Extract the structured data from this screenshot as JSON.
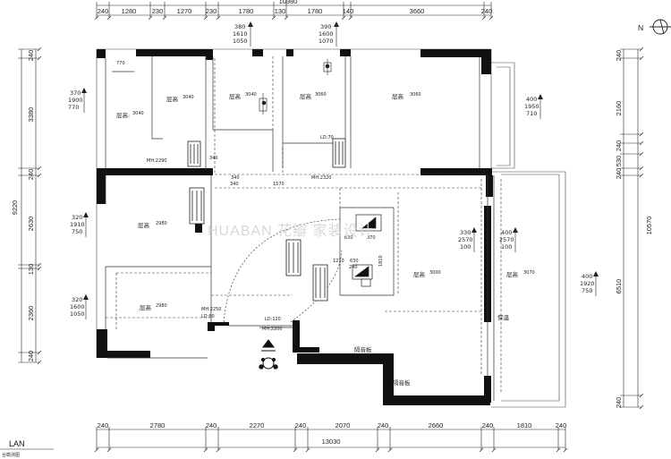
{
  "dims": {
    "top_total": "10980",
    "top_segments": [
      "240",
      "1280",
      "230",
      "1270",
      "230",
      "1780",
      "130",
      "1780",
      "140",
      "3660",
      "240"
    ],
    "bottom_segments": [
      "240",
      "2780",
      "240",
      "2270",
      "240",
      "2070",
      "240",
      "2660",
      "240",
      "1810",
      "240"
    ],
    "bottom_total": "13030",
    "left_total": "9220",
    "left_segments": [
      "240",
      "3380",
      "240",
      "2630",
      "130",
      "2360",
      "240"
    ],
    "right_segments": [
      "240",
      "2160",
      "240",
      "530",
      "240",
      "6510",
      "240"
    ],
    "right_total": "10570"
  },
  "window_tags": [
    {
      "a": "380",
      "b": "1610",
      "c": "1050"
    },
    {
      "a": "390",
      "b": "1600",
      "c": "1070"
    },
    {
      "a": "370",
      "b": "1900",
      "c": "770"
    },
    {
      "a": "400",
      "b": "1950",
      "c": "710"
    },
    {
      "a": "320",
      "b": "1910",
      "c": "750"
    },
    {
      "a": "330",
      "b": "2570",
      "c": "100"
    },
    {
      "a": "400",
      "b": "2570",
      "c": "100"
    },
    {
      "a": "400",
      "b": "1920",
      "c": "750"
    },
    {
      "a": "320",
      "b": "1600",
      "c": "1050"
    }
  ],
  "ceiling_label": "层高",
  "ceiling_heights": [
    "3040",
    "3040",
    "3060",
    "3060",
    "2980",
    "3000",
    "3070",
    "2980"
  ],
  "annotations": {
    "mh_2290": "MH:2290",
    "mh_2320": "MH:2320",
    "mh_2250": "MH:2250",
    "mh_2200": "MH:2200",
    "ld_70": "LD:70",
    "ld_60": "LD:60",
    "ld_120": "LD:120",
    "d_770": "770",
    "d_340a": "340",
    "d_340b": "340",
    "d_1570": "1570",
    "d_340c": "340",
    "d_630a": "630",
    "d_370": "370",
    "d_630b": "630",
    "d_1810": "1810",
    "d_1210": "1210",
    "d_240": "240"
  },
  "room_labels": {
    "soundproof_1": "隔音板",
    "soundproof_2": "隔音板",
    "balcony_column": "保温"
  },
  "north_label": "N",
  "watermark": "HUABAN 花瓣 家装设计",
  "footer": {
    "plan_word": "LAN",
    "plan_caption": "台勘测图"
  }
}
